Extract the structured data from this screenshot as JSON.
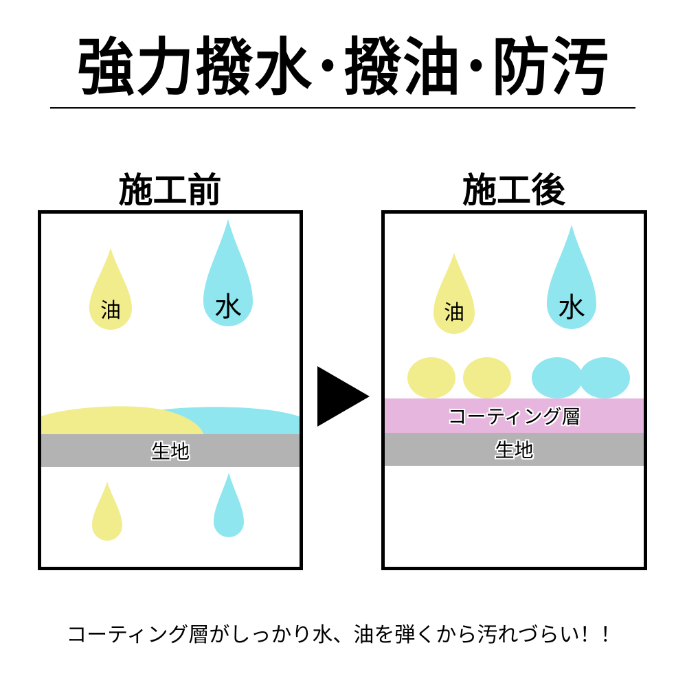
{
  "title": "強力撥水･撥油･防汚",
  "colors": {
    "oil": "#f1ec8c",
    "water": "#8fe6ef",
    "fabric": "#b3b3b3",
    "coating": "#e7b6df",
    "border": "#000000"
  },
  "before": {
    "heading": "施工前",
    "oil_drop_label": "油",
    "water_drop_label": "水",
    "fabric_label": "生地"
  },
  "after": {
    "heading": "施工後",
    "oil_drop_label": "油",
    "water_drop_label": "水",
    "coating_label": "コーティング層",
    "fabric_label": "生地"
  },
  "arrow_icon": "play-triangle-right",
  "caption": "コーティング層がしっかり水、油を弾くから汚れづらい！！"
}
